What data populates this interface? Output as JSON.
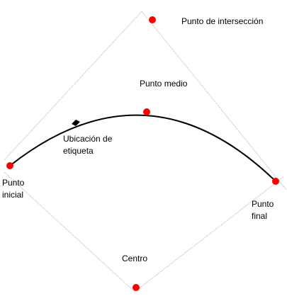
{
  "labels": {
    "intersection": "Punto de intersección",
    "midpoint": "Punto medio",
    "label_location": [
      "Ubicación de",
      "etiqueta"
    ],
    "start": [
      "Punto",
      "inicial"
    ],
    "end": [
      "Punto",
      "final"
    ],
    "center": "Centro"
  },
  "colors": {
    "point": "#ff0000",
    "arc": "#000000",
    "guide": "#b4b4b4",
    "label_marker": "#000000"
  }
}
